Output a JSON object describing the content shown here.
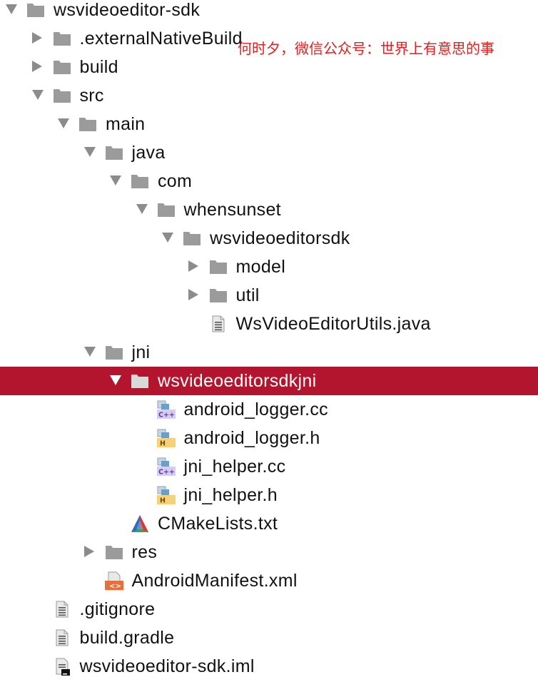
{
  "watermark": "何时夕，微信公众号：世界上有意思的事",
  "tree": [
    {
      "name": "tree-item-wsvideoeditor-sdk",
      "label": "wsvideoeditor-sdk",
      "depth": 0,
      "arrow": "down",
      "icon": "folder-icon"
    },
    {
      "name": "tree-item-externalnativebuild",
      "label": ".externalNativeBuild",
      "depth": 1,
      "arrow": "right",
      "icon": "folder-icon"
    },
    {
      "name": "tree-item-build",
      "label": "build",
      "depth": 1,
      "arrow": "right",
      "icon": "folder-icon"
    },
    {
      "name": "tree-item-src",
      "label": "src",
      "depth": 1,
      "arrow": "down",
      "icon": "folder-icon"
    },
    {
      "name": "tree-item-main",
      "label": "main",
      "depth": 2,
      "arrow": "down",
      "icon": "folder-icon"
    },
    {
      "name": "tree-item-java",
      "label": "java",
      "depth": 3,
      "arrow": "down",
      "icon": "folder-icon"
    },
    {
      "name": "tree-item-com",
      "label": "com",
      "depth": 4,
      "arrow": "down",
      "icon": "folder-icon"
    },
    {
      "name": "tree-item-whensunset",
      "label": "whensunset",
      "depth": 5,
      "arrow": "down",
      "icon": "folder-icon"
    },
    {
      "name": "tree-item-wsvideoeditorsdk",
      "label": "wsvideoeditorsdk",
      "depth": 6,
      "arrow": "down",
      "icon": "folder-icon"
    },
    {
      "name": "tree-item-model",
      "label": "model",
      "depth": 7,
      "arrow": "right",
      "icon": "folder-icon"
    },
    {
      "name": "tree-item-util",
      "label": "util",
      "depth": 7,
      "arrow": "right",
      "icon": "folder-icon"
    },
    {
      "name": "tree-item-wsvideoeditorutils-java",
      "label": "WsVideoEditorUtils.java",
      "depth": 7,
      "arrow": "none",
      "icon": "file-icon"
    },
    {
      "name": "tree-item-jni",
      "label": "jni",
      "depth": 3,
      "arrow": "down",
      "icon": "folder-icon"
    },
    {
      "name": "tree-item-wsvideoeditorsdkjni",
      "label": "wsvideoeditorsdkjni",
      "depth": 4,
      "arrow": "down",
      "icon": "folder-icon",
      "selected": true
    },
    {
      "name": "tree-item-android-logger-cc",
      "label": "android_logger.cc",
      "depth": 5,
      "arrow": "none",
      "icon": "cpp-file-icon",
      "badge": "C++"
    },
    {
      "name": "tree-item-android-logger-h",
      "label": "android_logger.h",
      "depth": 5,
      "arrow": "none",
      "icon": "header-file-icon",
      "badge": "H"
    },
    {
      "name": "tree-item-jni-helper-cc",
      "label": "jni_helper.cc",
      "depth": 5,
      "arrow": "none",
      "icon": "cpp-file-icon",
      "badge": "C++"
    },
    {
      "name": "tree-item-jni-helper-h",
      "label": "jni_helper.h",
      "depth": 5,
      "arrow": "none",
      "icon": "header-file-icon",
      "badge": "H"
    },
    {
      "name": "tree-item-cmakelists-txt",
      "label": "CMakeLists.txt",
      "depth": 4,
      "arrow": "none",
      "icon": "cmake-icon"
    },
    {
      "name": "tree-item-res",
      "label": "res",
      "depth": 3,
      "arrow": "right",
      "icon": "folder-icon"
    },
    {
      "name": "tree-item-androidmanifest-xml",
      "label": "AndroidManifest.xml",
      "depth": 3,
      "arrow": "none",
      "icon": "xml-file-icon",
      "badge": "<>"
    },
    {
      "name": "tree-item-gitignore",
      "label": ".gitignore",
      "depth": 1,
      "arrow": "none",
      "icon": "file-icon"
    },
    {
      "name": "tree-item-build-gradle",
      "label": "build.gradle",
      "depth": 1,
      "arrow": "none",
      "icon": "file-icon"
    },
    {
      "name": "tree-item-wsvideoeditor-sdk-iml",
      "label": "wsvideoeditor-sdk.iml",
      "depth": 1,
      "arrow": "none",
      "icon": "iml-file-icon"
    }
  ]
}
